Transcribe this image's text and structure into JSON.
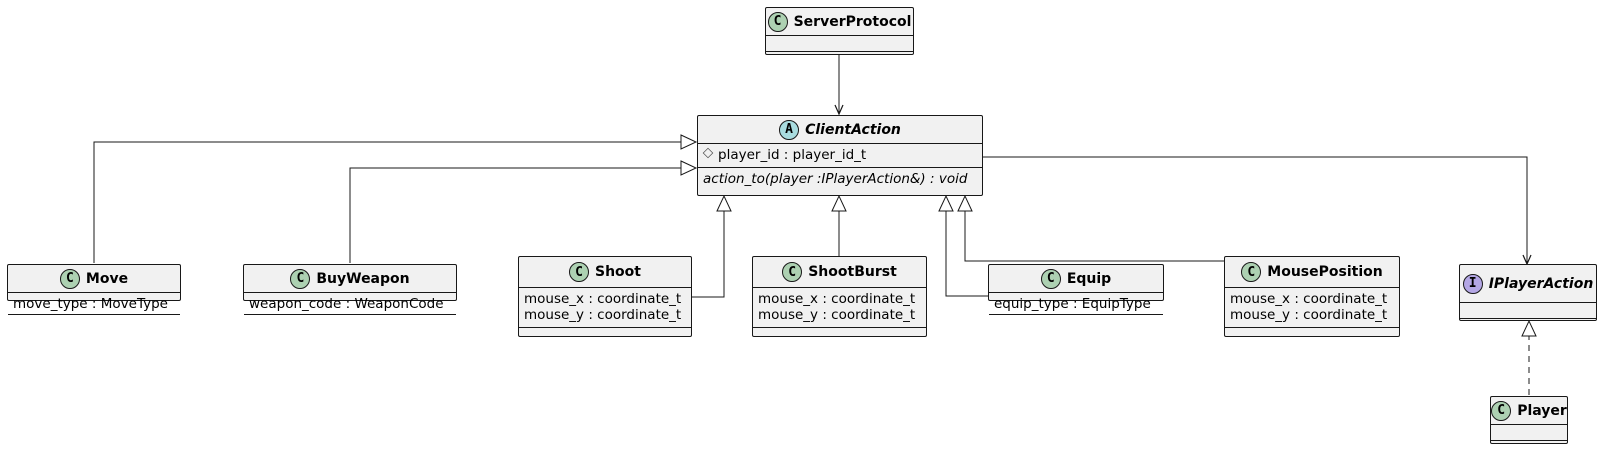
{
  "colors": {
    "class_fill": "#f1f1f1",
    "border": "#181818",
    "class_badge": "#add1b2",
    "abstract_badge": "#a9dcdf",
    "interface_badge": "#b4a7e5"
  },
  "classes": {
    "server_protocol": {
      "badge": "C",
      "name": "ServerProtocol"
    },
    "client_action": {
      "badge": "A",
      "name": "ClientAction",
      "attribute": "player_id : player_id_t",
      "operation": "action_to(player :IPlayerAction&) : void"
    },
    "move": {
      "badge": "C",
      "name": "Move",
      "attribute": "move_type : MoveType"
    },
    "buy_weapon": {
      "badge": "C",
      "name": "BuyWeapon",
      "attribute": "weapon_code : WeaponCode"
    },
    "shoot": {
      "badge": "C",
      "name": "Shoot",
      "attribute_1": "mouse_x : coordinate_t",
      "attribute_2": "mouse_y : coordinate_t"
    },
    "shoot_burst": {
      "badge": "C",
      "name": "ShootBurst",
      "attribute_1": "mouse_x : coordinate_t",
      "attribute_2": "mouse_y : coordinate_t"
    },
    "equip": {
      "badge": "C",
      "name": "Equip",
      "attribute": "equip_type : EquipType"
    },
    "mouse_position": {
      "badge": "C",
      "name": "MousePosition",
      "attribute_1": "mouse_x : coordinate_t",
      "attribute_2": "mouse_y : coordinate_t"
    },
    "i_player_action": {
      "badge": "I",
      "name": "IPlayerAction"
    },
    "player": {
      "badge": "C",
      "name": "Player"
    }
  }
}
